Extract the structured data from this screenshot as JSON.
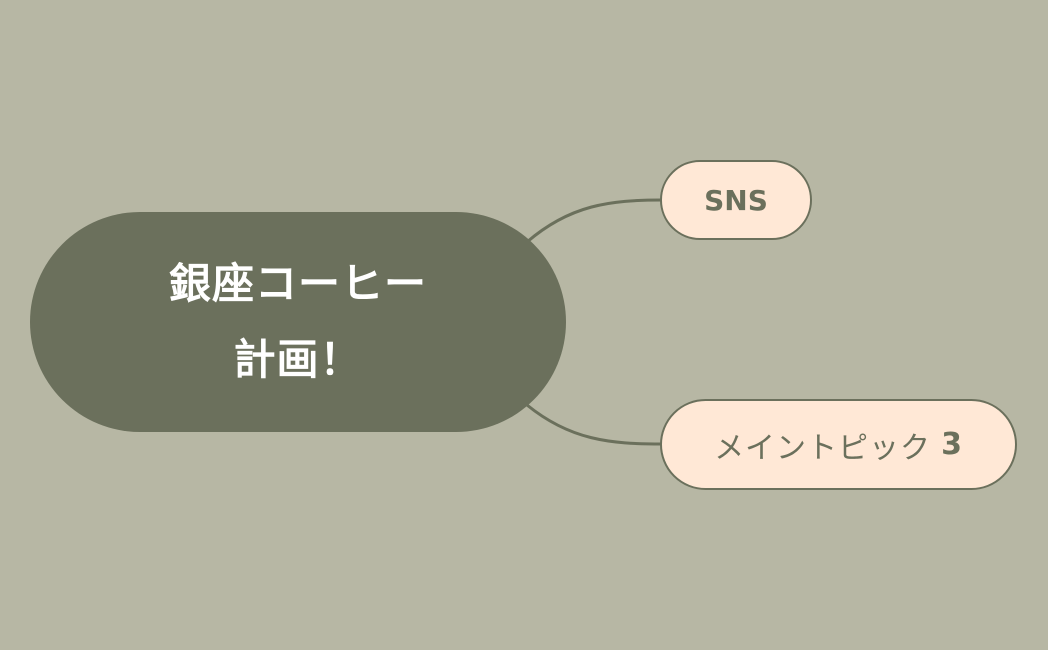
{
  "mindmap": {
    "background_color": "#b7b7a4",
    "central_topic": {
      "line1": "銀座コーヒー",
      "line2": "計画！",
      "fill_color": "#6b705c",
      "text_color": "#ffffff"
    },
    "subtopics": [
      {
        "label": "SNS",
        "fill_color": "#ffe8d6",
        "border_color": "#6b705c",
        "text_color": "#6b705c"
      },
      {
        "label": "メイントピック",
        "number": "3",
        "fill_color": "#ffe8d6",
        "border_color": "#6b705c",
        "text_color": "#6b705c"
      }
    ],
    "connector_color": "#6b705c"
  }
}
